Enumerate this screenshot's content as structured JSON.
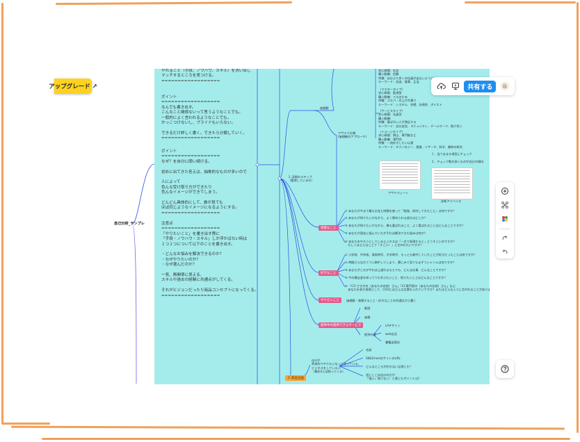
{
  "upgrade": {
    "label": "アップグレード ↗"
  },
  "toolbar": {
    "share_label": "共有する"
  },
  "mindmap": {
    "root": "自己分析_テンプレ",
    "left_top": "やれること（手段、ノウハウ、スキル）を洗い出し\nマッチするところを見つける。\n==================",
    "point1": "ポイント\n==================\nなんでも書き出す。\nこんなこと関係ないって思うようなことでも。\n一般的によく言われるようなことでも。\nかっこつけないし、プライドもいらない。\n\nできるだけ詳しく書く。できたら分類していく。\n==================",
    "point2": "ポイント\n==================\nなぜ？を自分に問い続ける。\n\n初めに出てきた答えは、抽象的なものが多いので\n\n人によって\n色んな受け取り方ができたり\n色んなイメージができてしまう。\n\nどんどん具体的にして、誰が見ても\nほぼ同じようなイメージになるようにする。\n==================",
    "caution": "注意点\n==================\n「やりたいこと」を書き出す際に\n「手段・ノウハウ・スキル」しか浮かばない時は\n１つ１つについて以下のことを書き出す。\n\n・どんなお悩みを解決できるのか？\n・なぜやりたいのか？\n・なぜ選んだのか？\n\n一見、無関係に見える、\nスキルや過去の経験に共通点がしてくる。\n\nそれがビジョンだったり商品コンセプトになってくる。\n==================",
    "step2": "２.深掘のステップ\n（要領しているの）",
    "node_type": "価値観",
    "node_approach": "アサヤマ分類\n(価値観のアプローチ)",
    "type_top": "求心傾値：社会\n購入動機：信頼\n特徴：自分より多くの社員が出ないように努力\nキーワード：自由、誰事、正当",
    "type_master": "（マスタータイプ）\n求心傾値：監視欲\n購入動機：ミスのため\n特徴：コスパ・売上が大事で\nキーワード：システム、合理、計画性、ダイエト",
    "type_service": "（サービスタイプ）\n求心傾値：社員型\n購入動機：\n特徴：喜ばれい人が満足する\nキーワード：自分自信、コミュニティ、チームワーク、助け合い",
    "type_image": "（イメージタイプ）\n求心傾値：博士、専門能など\n購入動機：専門性\n特徴：一流好きしたい以違\nキーワード：テクノロジー、理論、リサーチ、科学、最終の研究",
    "check1": "１．当てはまる項目にチェック",
    "check2": "２．チェック数の多いものが自分の傾向",
    "sheet_label": "アサヤマシート",
    "advice_label": "診断アドバイス",
    "tag_strength": "得意なこと",
    "tag_like": "好きなこと",
    "tag_want": "やりたいこと",
    "tag_service": "提供中の提供できるサービス",
    "strength_items": [
      "① あなたがやまで最もお金と時間を使って「勉強、研究してきたこと」は何ですか？",
      "② あなたが知りたいかなから、よく褒められる部分はどこか？",
      "③ あなたが知りたいかなから、最も喜ばれること、よく喜ばれることはどんなことですか？",
      "④ あなたが過去に悩んでいたがそれは解決できた悩みは何か？",
      "⑤ あなたのやろうとしているビジネスは「一言で表現すると」どうすごいのですか？\n　もしくはどんなことで「すごい！」と言われたいですか？"
    ],
    "like_items": [
      "① 小学校、中学校、高校時代、大学時代、もっとも熱中していたことが好きだったことは何ですか？",
      "② 時間さえ忘れてつい熱中してしまう、夢にみて見てもまずつシャンルは何ですか？",
      "③ あなたがこれがやれば上達れるもとでも、どんな仕事、どんなことですか？",
      "④ 今の最自身を知ってても学ぶたいこと、知りたいことはどんなことですか？",
      "⑤ 「CO さすがの（あなたの名前）さん」「CC専門家の（あなたの名前）さん」など、\n　あなたを表す表現として、COOにはどんな言葉を入れていですか？またはどんなふうに言われることがありますか？"
    ],
    "want_text": "価値観・満喫すること・好きなことの共通点から書く",
    "service_items": [
      "解説",
      "価格",
      "提供内容"
    ],
    "service_sub": [
      "LPデザイン",
      "web広告",
      "書籍出版化"
    ],
    "tag_vision": "３.商品企画",
    "vision_text": "自分が\n将来的でやりたいなって思っている。\nビジネスをしている人\n（最初3人は絞ってくる）",
    "vision_items": [
      "名前",
      "SNS(Free)のサイトのURL",
      "どんなところが好きないな感じた？",
      "逆にここは自分の方が\n「強い」負けない！と感じたポイントは？"
    ]
  }
}
